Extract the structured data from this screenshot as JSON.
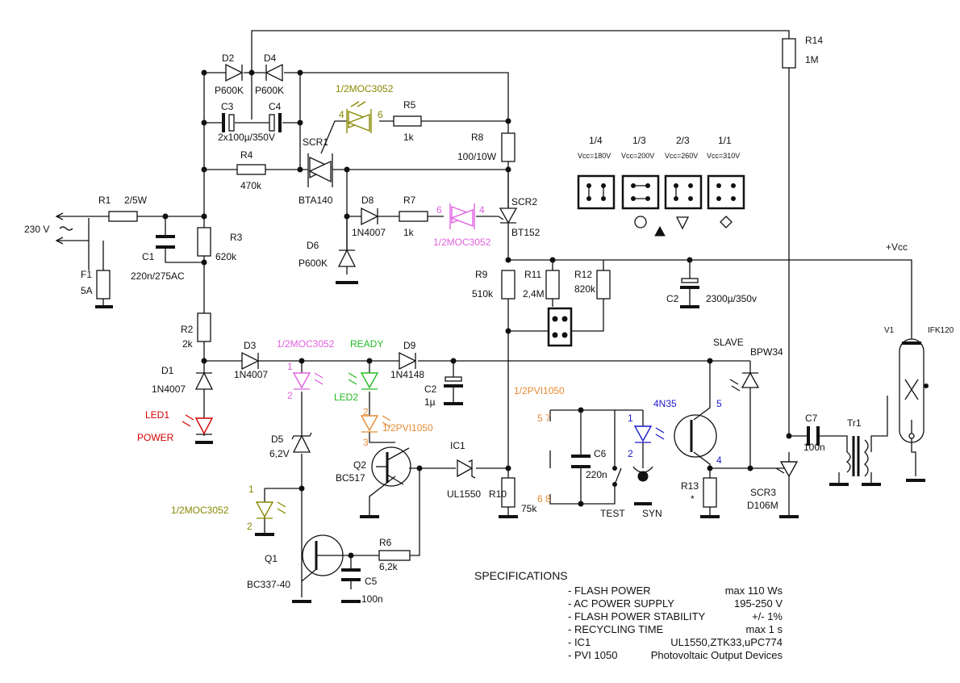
{
  "labels": {
    "r14": "",
    "r14_ref": "R14",
    "r14_value": "1M",
    "d2": "D2",
    "d2_value": "P600K",
    "d4": "D4",
    "d4_value": "P600K",
    "c3": "C3",
    "c4": "C4",
    "c3c4_value": "2x100µ/350V",
    "r4": "R4",
    "r4_value": "470k",
    "scr1": "SCR1",
    "scr1_value": "BTA140",
    "moc_olive_top": "1/2MOC3052",
    "pin4": "4",
    "pin6": "6",
    "r5": "R5",
    "r5_value": "1k",
    "r8": "R8",
    "r8_value": "100/10W",
    "d8": "D8",
    "d8_value": "1N4007",
    "r7": "R7",
    "r7_value": "1k",
    "moc_pink_top": "1/2MOC3052",
    "scr2": "SCR2",
    "scr2_value": "BT152",
    "d6": "D6",
    "d6_value": "P600K",
    "r1": "R1",
    "r1_value": "2/5W",
    "mains": "230 V",
    "c1": "C1",
    "c1_value": "220n/275AC",
    "r3": "R3",
    "r3_value": "620k",
    "f1": "F1",
    "f1_value": "5A",
    "r2": "R2",
    "r2_value": "2k",
    "d1": "D1",
    "d1_value": "1N4007",
    "led1": "LED1",
    "power": "POWER",
    "d3": "D3",
    "d3_value": "1N4007",
    "moc_pink_led": "1/2MOC3052",
    "pin1": "1",
    "pin2": "2",
    "pin3": "3",
    "pin5": "5",
    "ready": "READY",
    "led2": "LED2",
    "d9": "D9",
    "d9_value": "1N4148",
    "c2": "C2",
    "c2_value": "1µ",
    "pvi_led": "1/2PVI1050",
    "d5": "D5",
    "d5_value": "6,2V",
    "q2": "Q2",
    "q2_value": "BC517",
    "ic1": "IC1",
    "ic1_value": "UL1550",
    "moc_olive_led": "1/2MOC3052",
    "q1": "Q1",
    "q1_value": "BC337-40",
    "r6": "R6",
    "r6_value": "6,2k",
    "c5": "C5",
    "c5_value": "100n",
    "r9": "R9",
    "r9_value": "510k",
    "r11": "R11",
    "r11_value": "2,4M",
    "r12": "R12",
    "r12_value": "820k",
    "c2b": "C2",
    "c2b_value": "2300µ/350v",
    "vcc": "+Vcc",
    "r10": "R10",
    "r10_value": "75k",
    "pvi_top": "1/2PVI1050",
    "pin57": "5  7",
    "pin68": "6  8",
    "c6": "C6",
    "c6_value": "220n",
    "test": "TEST",
    "syn": "SYN",
    "opto_4n35": "4N35",
    "slave": "SLAVE",
    "bpw34": "BPW34",
    "r13": "R13",
    "r13_value": "*",
    "scr3": "SCR3",
    "scr3_value": "D106M",
    "c7": "C7",
    "c7_value": "100n",
    "tr1": "Tr1",
    "v1": "V1",
    "v1_value": "IFK120"
  },
  "modes": [
    {
      "fraction": "1/4",
      "vcc": "Vcc=180V",
      "icon": "circle-icon"
    },
    {
      "fraction": "1/3",
      "vcc": "Vcc=200V",
      "icon": "triangle-filled-icon"
    },
    {
      "fraction": "2/3",
      "vcc": "Vcc=260V",
      "icon": "triangle-down-icon"
    },
    {
      "fraction": "1/1",
      "vcc": "Vcc=310V",
      "icon": "diamond-icon"
    }
  ],
  "specs": {
    "title": "SPECIFICATIONS",
    "items": [
      {
        "name": "- FLASH POWER",
        "value": "max 110 Ws"
      },
      {
        "name": "- AC POWER SUPPLY",
        "value": "195-250 V"
      },
      {
        "name": "- FLASH POWER STABILITY",
        "value": "+/- 1%"
      },
      {
        "name": "- RECYCLING TIME",
        "value": "max 1 s"
      },
      {
        "name": "- IC1",
        "value": "UL1550,ZTK33,uPC774"
      },
      {
        "name": "- PVI 1050",
        "value": "Photovoltaic Output Devices"
      }
    ]
  },
  "colors": {
    "moc_olive": "#888800",
    "moc_pink": "#e060e0",
    "power_led": "#d40000",
    "ready_led": "#22bb22",
    "pvi": "#e58a33",
    "opto_4n35": "#1a1acc"
  }
}
